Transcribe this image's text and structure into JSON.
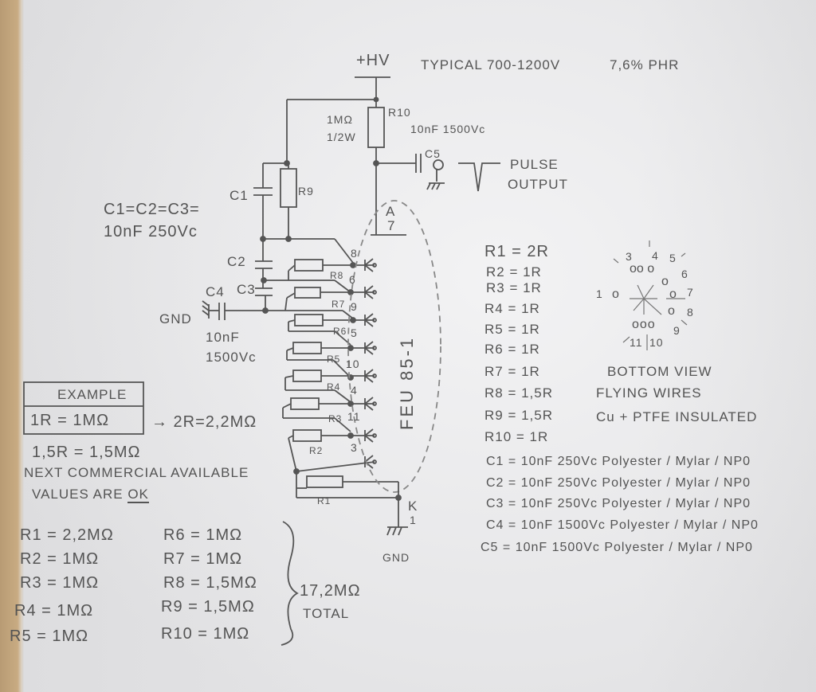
{
  "header": {
    "hv": "+HV",
    "typical": "TYPICAL 700-1200V",
    "phr": "7,6% PHR"
  },
  "schematic": {
    "r10_value": "1MΩ",
    "r10_power": "1/2W",
    "r10_label": "R10",
    "c5_spec": "10nF 1500Vc",
    "c5_label": "C5",
    "pulse_output": [
      "PULSE",
      "OUTPUT"
    ],
    "anode": [
      "A",
      "7"
    ],
    "c1_label": "C1",
    "r9_label": "R9",
    "c2_label": "C2",
    "c3_label": "C3",
    "c4_label": "C4",
    "gnd_left": "GND",
    "c4_spec": [
      "10nF",
      "1500Vc"
    ],
    "cap_note": [
      "C1=C2=C3=",
      "10nF 250Vc"
    ],
    "dynode_pins": [
      "8",
      "6",
      "9",
      "5",
      "10",
      "4",
      "11",
      "3"
    ],
    "resistor_labels": [
      "R8",
      "R7",
      "R6",
      "R5",
      "R4",
      "R3",
      "R2",
      "R1"
    ],
    "tube": "FEU 85-1",
    "cathode": [
      "K",
      "1"
    ],
    "gnd_bottom": "GND"
  },
  "example": {
    "title": "EXAMPLE",
    "rule": "1R = 1MΩ",
    "arrow": "→ 2R=2,2MΩ",
    "rule2": "1,5R = 1,5MΩ",
    "note1": "NEXT COMMERCIAL AVAILABLE",
    "note2_a": "VALUES ARE",
    "note2_b": "OK"
  },
  "resistor_values": {
    "col1": [
      "R1 = 2,2MΩ",
      "R2 = 1MΩ",
      "R3 = 1MΩ",
      "R4 = 1MΩ",
      "R5 = 1MΩ"
    ],
    "col2": [
      "R6 = 1MΩ",
      "R7 = 1MΩ",
      "R8 = 1,5MΩ",
      "R9 = 1,5MΩ",
      "R10 = 1MΩ"
    ],
    "total": "17,2MΩ",
    "total_label": "TOTAL"
  },
  "ratios": [
    "R1 = 2R",
    "R2 = 1R",
    "R3 = 1R",
    "R4 = 1R",
    "R5 = 1R",
    "R6 = 1R",
    "R7 = 1R",
    "R8 = 1,5R",
    "R9 = 1,5R",
    "R10 = 1R"
  ],
  "pinout": {
    "pins": [
      "1",
      "3",
      "4",
      "5",
      "6",
      "7",
      "8",
      "9",
      "10",
      "11"
    ],
    "caption": [
      "BOTTOM VIEW",
      "FLYING WIRES",
      "Cu + PTFE INSULATED"
    ]
  },
  "capacitors": [
    "C1 = 10nF 250Vc Polyester / Mylar / NP0",
    "C2 = 10nF 250Vc Polyester / Mylar / NP0",
    "C3 = 10nF 250Vc Polyester / Mylar / NP0",
    "C4 = 10nF 1500Vc Polyester / Mylar / NP0",
    "C5 = 10nF 1500Vc Polyester / Mylar / NP0"
  ]
}
